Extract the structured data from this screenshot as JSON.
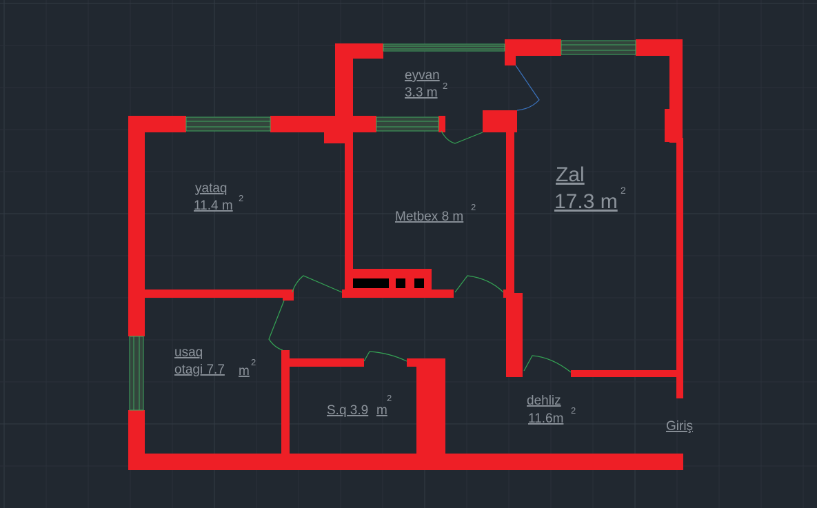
{
  "colors": {
    "background": "#212830",
    "grid_minor": "#2a313a",
    "grid_major": "#333b45",
    "wall": "#ee1f26",
    "window_fill": "#33453c",
    "window_line": "#3fa860",
    "door_arc": "#35a555",
    "door_arc_balcony": "#3b74c0",
    "fixture": "#000000",
    "text": "#8c939b"
  },
  "rooms": {
    "eyvan": {
      "name": "eyvan",
      "area": "3.3 m",
      "sup": "2"
    },
    "zal": {
      "name": "Zal",
      "area": "17.3 m",
      "sup": "2"
    },
    "yataq": {
      "name": "yataq",
      "area": "11.4 m",
      "sup": "2"
    },
    "metbex": {
      "name": "Metbex 8 m",
      "sup": "2"
    },
    "usaq": {
      "name": "usaq",
      "area": "otagi 7.7",
      "unit": "m",
      "sup": "2"
    },
    "sq": {
      "name": "S.q 3.9",
      "unit": "m",
      "sup": "2"
    },
    "dehliz": {
      "name": "dehliz",
      "area": "11.6m",
      "sup": "2"
    }
  },
  "entrance": {
    "label": "Giriş"
  }
}
